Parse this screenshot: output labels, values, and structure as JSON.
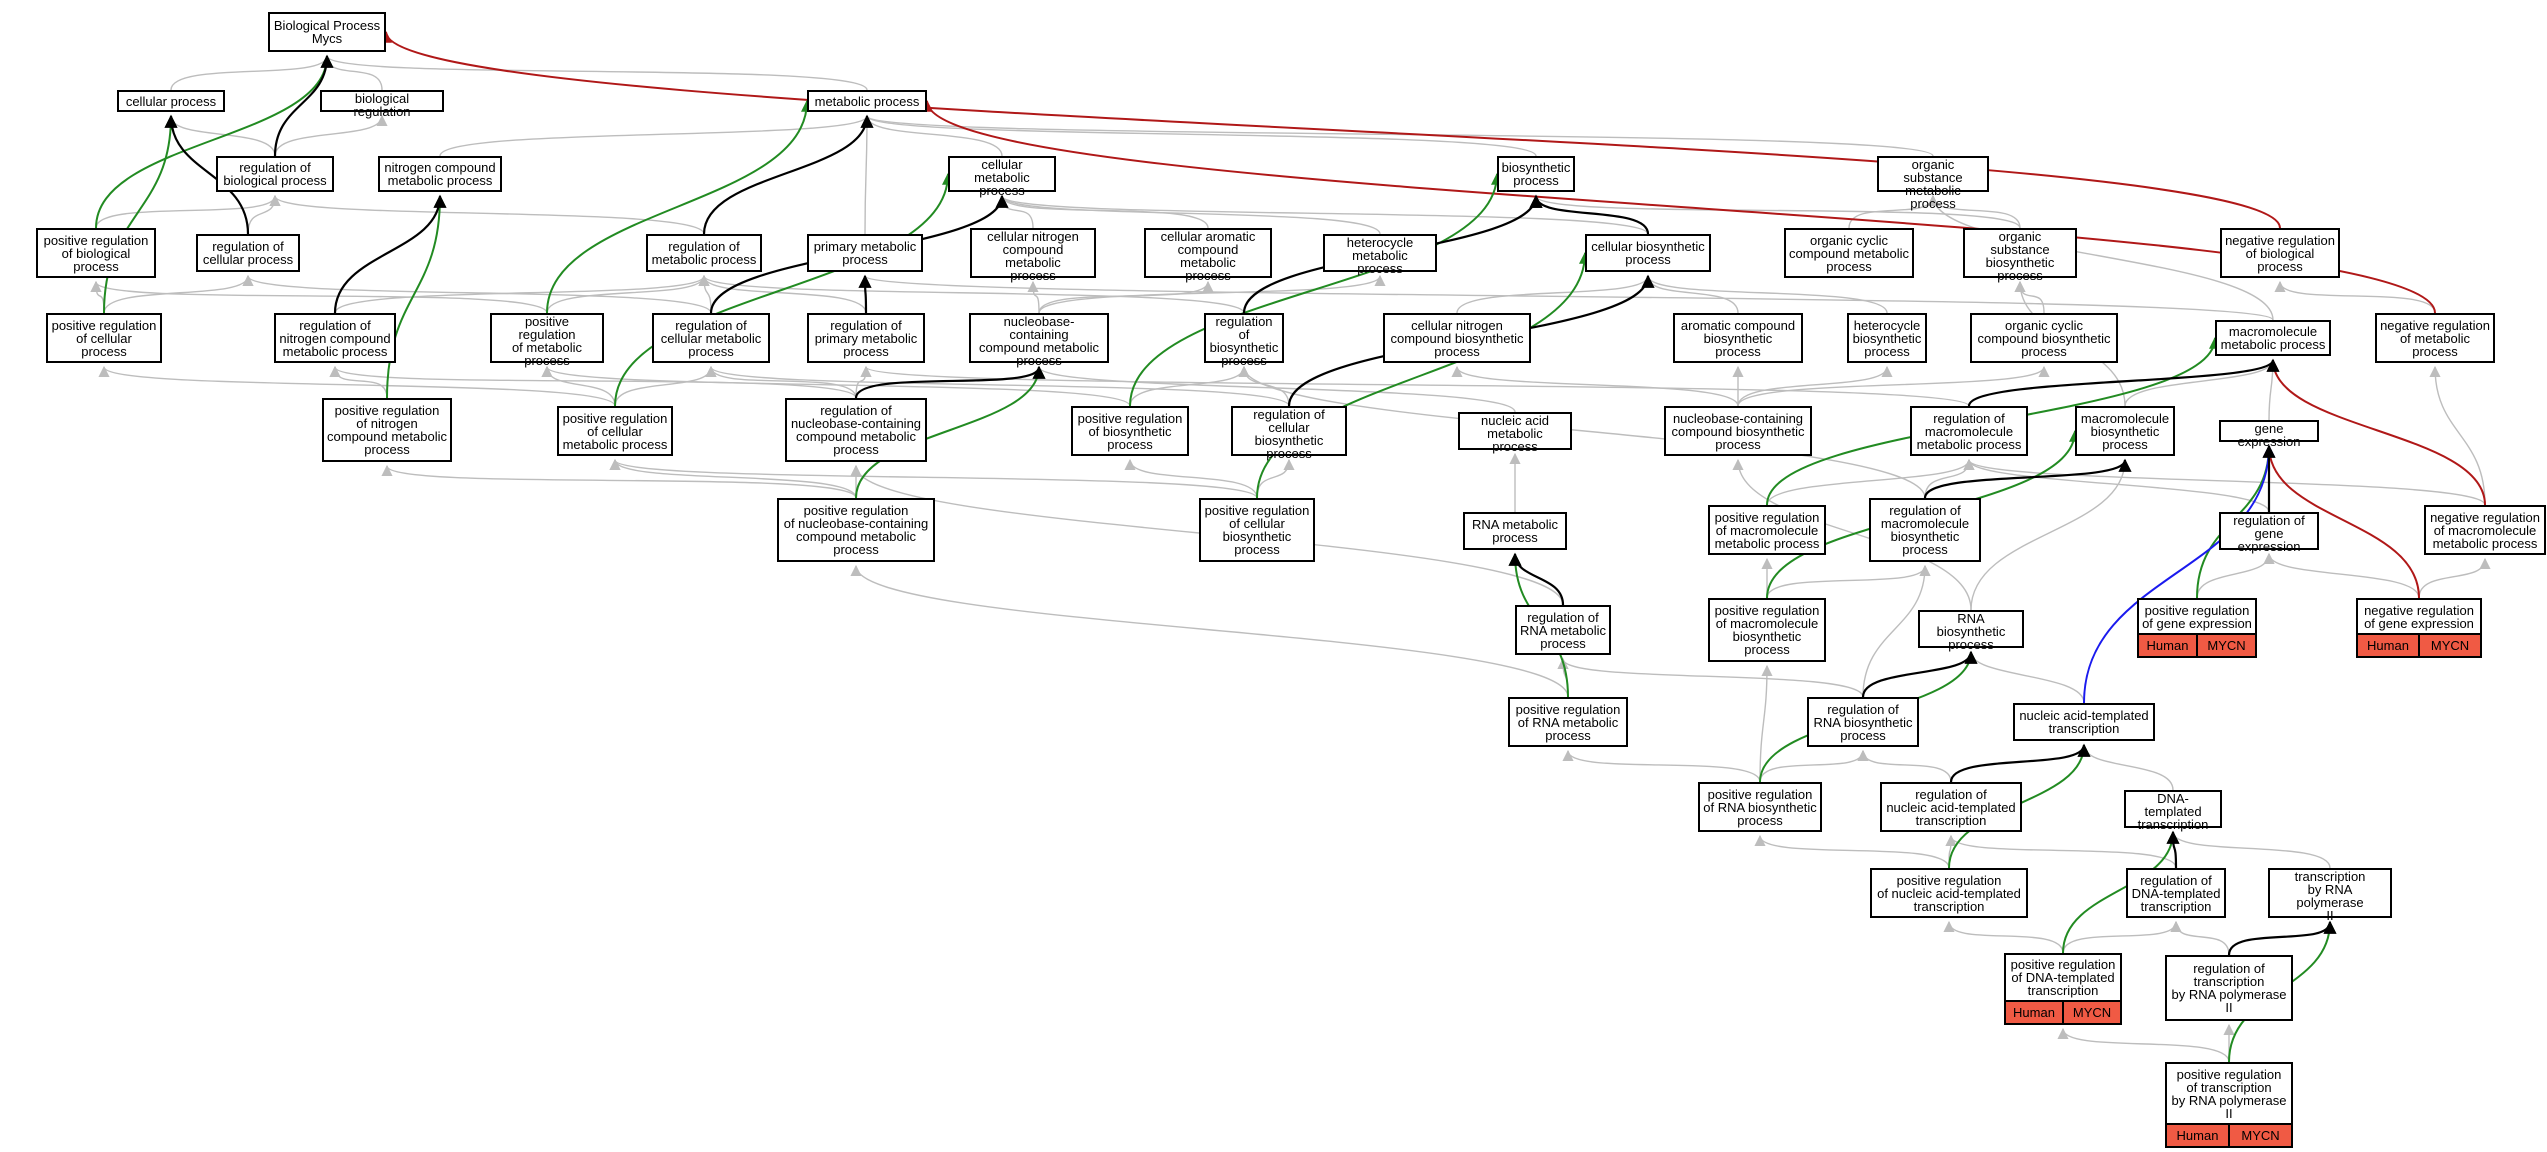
{
  "colors": {
    "gray": "#bdbdbd",
    "black": "#000000",
    "green": "#228b22",
    "red": "#b01818",
    "blue": "#1a1aee",
    "tag": "#f05a44"
  },
  "nodes": {
    "bp": {
      "label": "Biological Process\nMycs"
    },
    "cp": {
      "label": "cellular process"
    },
    "br": {
      "label": "biological regulation"
    },
    "mp": {
      "label": "metabolic process"
    },
    "rbp": {
      "label": "regulation of\nbiological process"
    },
    "ncmp": {
      "label": "nitrogen compound\nmetabolic process"
    },
    "cmp": {
      "label": "cellular metabolic\nprocess"
    },
    "bsp": {
      "label": "biosynthetic\nprocess"
    },
    "osmp": {
      "label": "organic substance\nmetabolic process"
    },
    "prbp": {
      "label": "positive regulation\nof biological\nprocess"
    },
    "rcp": {
      "label": "regulation of\ncellular process"
    },
    "rmp": {
      "label": "regulation of\nmetabolic process"
    },
    "pmp": {
      "label": "primary metabolic\nprocess"
    },
    "cncmp": {
      "label": "cellular nitrogen\ncompound metabolic\nprocess"
    },
    "cacmp": {
      "label": "cellular aromatic\ncompound metabolic\nprocess"
    },
    "hmp": {
      "label": "heterocycle\nmetabolic process"
    },
    "cbp": {
      "label": "cellular biosynthetic\nprocess"
    },
    "occmp": {
      "label": "organic cyclic\ncompound metabolic\nprocess"
    },
    "osbp": {
      "label": "organic substance\nbiosynthetic\nprocess"
    },
    "nrbp": {
      "label": "negative regulation\nof biological\nprocess"
    },
    "prcp": {
      "label": "positive regulation\nof cellular\nprocess"
    },
    "rncmp": {
      "label": "regulation of\nnitrogen compound\nmetabolic process"
    },
    "prmp": {
      "label": "positive regulation\nof metabolic\nprocess"
    },
    "rcmp": {
      "label": "regulation of\ncellular metabolic\nprocess"
    },
    "rpmp": {
      "label": "regulation of\nprimary metabolic\nprocess"
    },
    "nbcmp": {
      "label": "nucleobase-containing\ncompound metabolic\nprocess"
    },
    "rbsp": {
      "label": "regulation of\nbiosynthetic\nprocess"
    },
    "cncbp": {
      "label": "cellular nitrogen\ncompound biosynthetic\nprocess"
    },
    "acbp": {
      "label": "aromatic compound\nbiosynthetic\nprocess"
    },
    "hbp": {
      "label": "heterocycle\nbiosynthetic\nprocess"
    },
    "occbp": {
      "label": "organic cyclic\ncompound biosynthetic\nprocess"
    },
    "mmp": {
      "label": "macromolecule\nmetabolic process"
    },
    "nrmp": {
      "label": "negative regulation\nof metabolic\nprocess"
    },
    "prncmp": {
      "label": "positive regulation\nof nitrogen\ncompound metabolic\nprocess"
    },
    "prcmp": {
      "label": "positive regulation\nof cellular\nmetabolic process"
    },
    "rnbcmp": {
      "label": "regulation of\nnucleobase-containing\ncompound metabolic\nprocess"
    },
    "prbsp": {
      "label": "positive regulation\nof biosynthetic\nprocess"
    },
    "rcbp": {
      "label": "regulation of\ncellular biosynthetic\nprocess"
    },
    "namp": {
      "label": "nucleic acid\nmetabolic process"
    },
    "nbcbp": {
      "label": "nucleobase-containing\ncompound biosynthetic\nprocess"
    },
    "rmmp": {
      "label": "regulation of\nmacromolecule\nmetabolic process"
    },
    "mbp": {
      "label": "macromolecule\nbiosynthetic\nprocess"
    },
    "ge": {
      "label": "gene expression"
    },
    "prnbcmp": {
      "label": "positive regulation\nof nucleobase-containing\ncompound metabolic\nprocess"
    },
    "prcbp": {
      "label": "positive regulation\nof cellular\nbiosynthetic\nprocess"
    },
    "rnamp": {
      "label": "RNA metabolic\nprocess"
    },
    "prmmp": {
      "label": "positive regulation\nof macromolecule\nmetabolic process"
    },
    "rmbp": {
      "label": "regulation of\nmacromolecule\nbiosynthetic\nprocess"
    },
    "rge": {
      "label": "regulation of\ngene expression"
    },
    "nrmmp": {
      "label": "negative regulation\nof macromolecule\nmetabolic process"
    },
    "rrnamp": {
      "label": "regulation of\nRNA metabolic\nprocess"
    },
    "rnabp": {
      "label": "RNA biosynthetic\nprocess"
    },
    "prmbp": {
      "label": "positive regulation\nof macromolecule\nbiosynthetic\nprocess"
    },
    "prge": {
      "label": "positive regulation\nof gene expression",
      "tags": [
        "Human",
        "MYCN"
      ]
    },
    "nrge": {
      "label": "negative regulation\nof gene expression",
      "tags": [
        "Human",
        "MYCN"
      ]
    },
    "prrnamp": {
      "label": "positive regulation\nof RNA metabolic\nprocess"
    },
    "rrnabp": {
      "label": "regulation of\nRNA biosynthetic\nprocess"
    },
    "natt": {
      "label": "nucleic acid-templated\ntranscription"
    },
    "prrnabp": {
      "label": "positive regulation\nof RNA biosynthetic\nprocess"
    },
    "rnatt": {
      "label": "regulation of\nnucleic acid-templated\ntranscription"
    },
    "dtt": {
      "label": "DNA-templated\ntranscription"
    },
    "prnatt": {
      "label": "positive regulation\nof nucleic acid-templated\ntranscription"
    },
    "rdtt": {
      "label": "regulation of\nDNA-templated\ntranscription"
    },
    "trp2": {
      "label": "transcription\nby RNA polymerase\nII"
    },
    "prdtt": {
      "label": "positive regulation\nof DNA-templated\ntranscription",
      "tags": [
        "Human",
        "MYCN"
      ]
    },
    "rtrp2": {
      "label": "regulation of\ntranscription\nby RNA polymerase\nII"
    },
    "prtrp2": {
      "label": "positive regulation\nof transcription\nby RNA polymerase\nII",
      "tags": [
        "Human",
        "MYCN"
      ]
    }
  },
  "edges": [
    [
      "cp",
      "bp",
      "g"
    ],
    [
      "br",
      "bp",
      "g"
    ],
    [
      "mp",
      "bp",
      "g"
    ],
    [
      "rbp",
      "bp",
      "k"
    ],
    [
      "prbp",
      "bp",
      "G"
    ],
    [
      "nrbp",
      "bp",
      "R"
    ],
    [
      "rbp",
      "br",
      "g"
    ],
    [
      "rbp",
      "cp",
      "g"
    ],
    [
      "rcp",
      "cp",
      "k"
    ],
    [
      "prcp",
      "cp",
      "G"
    ],
    [
      "ncmp",
      "mp",
      "g"
    ],
    [
      "cmp",
      "mp",
      "g"
    ],
    [
      "bsp",
      "mp",
      "g"
    ],
    [
      "osmp",
      "mp",
      "g"
    ],
    [
      "pmp",
      "mp",
      "g"
    ],
    [
      "rmp",
      "mp",
      "k"
    ],
    [
      "prmp",
      "mp",
      "G"
    ],
    [
      "nrmp",
      "mp",
      "R"
    ],
    [
      "prbp",
      "rbp",
      "g"
    ],
    [
      "rcp",
      "rbp",
      "g"
    ],
    [
      "rmp",
      "rbp",
      "g"
    ],
    [
      "prcp",
      "prbp",
      "g"
    ],
    [
      "prcp",
      "rcp",
      "g"
    ],
    [
      "rcmp",
      "rcp",
      "g"
    ],
    [
      "rcmp",
      "cmp",
      "k"
    ],
    [
      "rcmp",
      "rmp",
      "g"
    ],
    [
      "rncmp",
      "ncmp",
      "k"
    ],
    [
      "rncmp",
      "rmp",
      "g"
    ],
    [
      "prncmp",
      "ncmp",
      "G"
    ],
    [
      "prncmp",
      "rncmp",
      "g"
    ],
    [
      "prmp",
      "rmp",
      "g"
    ],
    [
      "prmp",
      "prbp",
      "g"
    ],
    [
      "prcmp",
      "rcmp",
      "g"
    ],
    [
      "prcmp",
      "prmp",
      "g"
    ],
    [
      "prcmp",
      "cmp",
      "G"
    ],
    [
      "prcmp",
      "prcp",
      "g"
    ],
    [
      "rpmp",
      "pmp",
      "k"
    ],
    [
      "rpmp",
      "rmp",
      "g"
    ],
    [
      "cncmp",
      "cmp",
      "g"
    ],
    [
      "cacmp",
      "cmp",
      "g"
    ],
    [
      "hmp",
      "cmp",
      "g"
    ],
    [
      "cbp",
      "cmp",
      "g"
    ],
    [
      "occmp",
      "osmp",
      "g"
    ],
    [
      "osbp",
      "osmp",
      "g"
    ],
    [
      "osbp",
      "bsp",
      "g"
    ],
    [
      "cbp",
      "bsp",
      "k"
    ],
    [
      "nbcmp",
      "cncmp",
      "g"
    ],
    [
      "nbcmp",
      "cacmp",
      "g"
    ],
    [
      "nbcmp",
      "hmp",
      "g"
    ],
    [
      "rnbcmp",
      "nbcmp",
      "k"
    ],
    [
      "rnbcmp",
      "rpmp",
      "g"
    ],
    [
      "rnbcmp",
      "rcmp",
      "g"
    ],
    [
      "rnbcmp",
      "rncmp",
      "g"
    ],
    [
      "prnbcmp",
      "nbcmp",
      "G"
    ],
    [
      "prnbcmp",
      "rnbcmp",
      "g"
    ],
    [
      "prnbcmp",
      "prcmp",
      "g"
    ],
    [
      "prnbcmp",
      "prncmp",
      "g"
    ],
    [
      "rbsp",
      "bsp",
      "k"
    ],
    [
      "rbsp",
      "rmp",
      "g"
    ],
    [
      "prbsp",
      "rbsp",
      "g"
    ],
    [
      "prbsp",
      "bsp",
      "G"
    ],
    [
      "prbsp",
      "prmp",
      "g"
    ],
    [
      "rcbp",
      "cbp",
      "k"
    ],
    [
      "rcbp",
      "rbsp",
      "g"
    ],
    [
      "rcbp",
      "rcmp",
      "g"
    ],
    [
      "prcbp",
      "rcbp",
      "g"
    ],
    [
      "prcbp",
      "cbp",
      "G"
    ],
    [
      "prcbp",
      "prbsp",
      "g"
    ],
    [
      "prcbp",
      "prcmp",
      "g"
    ],
    [
      "cncbp",
      "cbp",
      "g"
    ],
    [
      "acbp",
      "cbp",
      "g"
    ],
    [
      "hbp",
      "cbp",
      "g"
    ],
    [
      "occbp",
      "osbp",
      "g"
    ],
    [
      "nbcbp",
      "cncbp",
      "g"
    ],
    [
      "nbcbp",
      "acbp",
      "g"
    ],
    [
      "nbcbp",
      "hbp",
      "g"
    ],
    [
      "nbcbp",
      "occbp",
      "g"
    ],
    [
      "namp",
      "nbcmp",
      "g"
    ],
    [
      "rnamp",
      "namp",
      "g"
    ],
    [
      "rrnamp",
      "rnamp",
      "k"
    ],
    [
      "prrnamp",
      "rnamp",
      "G"
    ],
    [
      "rrnamp",
      "rnbcmp",
      "g"
    ],
    [
      "prrnamp",
      "rrnamp",
      "g"
    ],
    [
      "prrnamp",
      "prnbcmp",
      "g"
    ],
    [
      "mmp",
      "pmp",
      "g"
    ],
    [
      "mmp",
      "osmp",
      "g"
    ],
    [
      "mbp",
      "mmp",
      "g"
    ],
    [
      "mbp",
      "osbp",
      "g"
    ],
    [
      "ge",
      "mmp",
      "g"
    ],
    [
      "rmmp",
      "mmp",
      "k"
    ],
    [
      "rmmp",
      "rpmp",
      "g"
    ],
    [
      "prmmp",
      "mmp",
      "G"
    ],
    [
      "prmmp",
      "rmmp",
      "g"
    ],
    [
      "nrmmp",
      "mmp",
      "R"
    ],
    [
      "nrmmp",
      "rmmp",
      "g"
    ],
    [
      "nrmmp",
      "nrmp",
      "g"
    ],
    [
      "rmbp",
      "mbp",
      "k"
    ],
    [
      "rmbp",
      "rmmp",
      "g"
    ],
    [
      "rmbp",
      "rbsp",
      "g"
    ],
    [
      "prmbp",
      "mbp",
      "G"
    ],
    [
      "prmbp",
      "rmbp",
      "g"
    ],
    [
      "prmbp",
      "prmmp",
      "g"
    ],
    [
      "rge",
      "ge",
      "k"
    ],
    [
      "rge",
      "rmmp",
      "g"
    ],
    [
      "prge",
      "ge",
      "G"
    ],
    [
      "prge",
      "rge",
      "g"
    ],
    [
      "nrge",
      "ge",
      "R"
    ],
    [
      "nrge",
      "rge",
      "g"
    ],
    [
      "nrge",
      "nrmmp",
      "g"
    ],
    [
      "nrmp",
      "nrbp",
      "g"
    ],
    [
      "rnabp",
      "mbp",
      "g"
    ],
    [
      "rnabp",
      "nbcbp",
      "g"
    ],
    [
      "rrnabp",
      "rnabp",
      "k"
    ],
    [
      "rrnabp",
      "rrnamp",
      "g"
    ],
    [
      "rrnabp",
      "rmbp",
      "g"
    ],
    [
      "prrnabp",
      "rnabp",
      "G"
    ],
    [
      "prrnabp",
      "rrnabp",
      "g"
    ],
    [
      "prrnabp",
      "prrnamp",
      "g"
    ],
    [
      "prrnabp",
      "prmbp",
      "g"
    ],
    [
      "natt",
      "rnabp",
      "g"
    ],
    [
      "natt",
      "ge",
      "B"
    ],
    [
      "rnatt",
      "natt",
      "k"
    ],
    [
      "rnatt",
      "rrnabp",
      "g"
    ],
    [
      "prnatt",
      "natt",
      "G"
    ],
    [
      "prnatt",
      "rnatt",
      "g"
    ],
    [
      "prnatt",
      "prrnabp",
      "g"
    ],
    [
      "dtt",
      "natt",
      "g"
    ],
    [
      "rdtt",
      "dtt",
      "k"
    ],
    [
      "rdtt",
      "rnatt",
      "g"
    ],
    [
      "prdtt",
      "dtt",
      "G"
    ],
    [
      "prdtt",
      "rdtt",
      "g"
    ],
    [
      "prdtt",
      "prnatt",
      "g"
    ],
    [
      "trp2",
      "dtt",
      "g"
    ],
    [
      "rtrp2",
      "trp2",
      "k"
    ],
    [
      "rtrp2",
      "rdtt",
      "g"
    ],
    [
      "prtrp2",
      "trp2",
      "G"
    ],
    [
      "prtrp2",
      "rtrp2",
      "g"
    ],
    [
      "prtrp2",
      "prdtt",
      "g"
    ],
    [
      "rge",
      "ge",
      "g"
    ]
  ]
}
